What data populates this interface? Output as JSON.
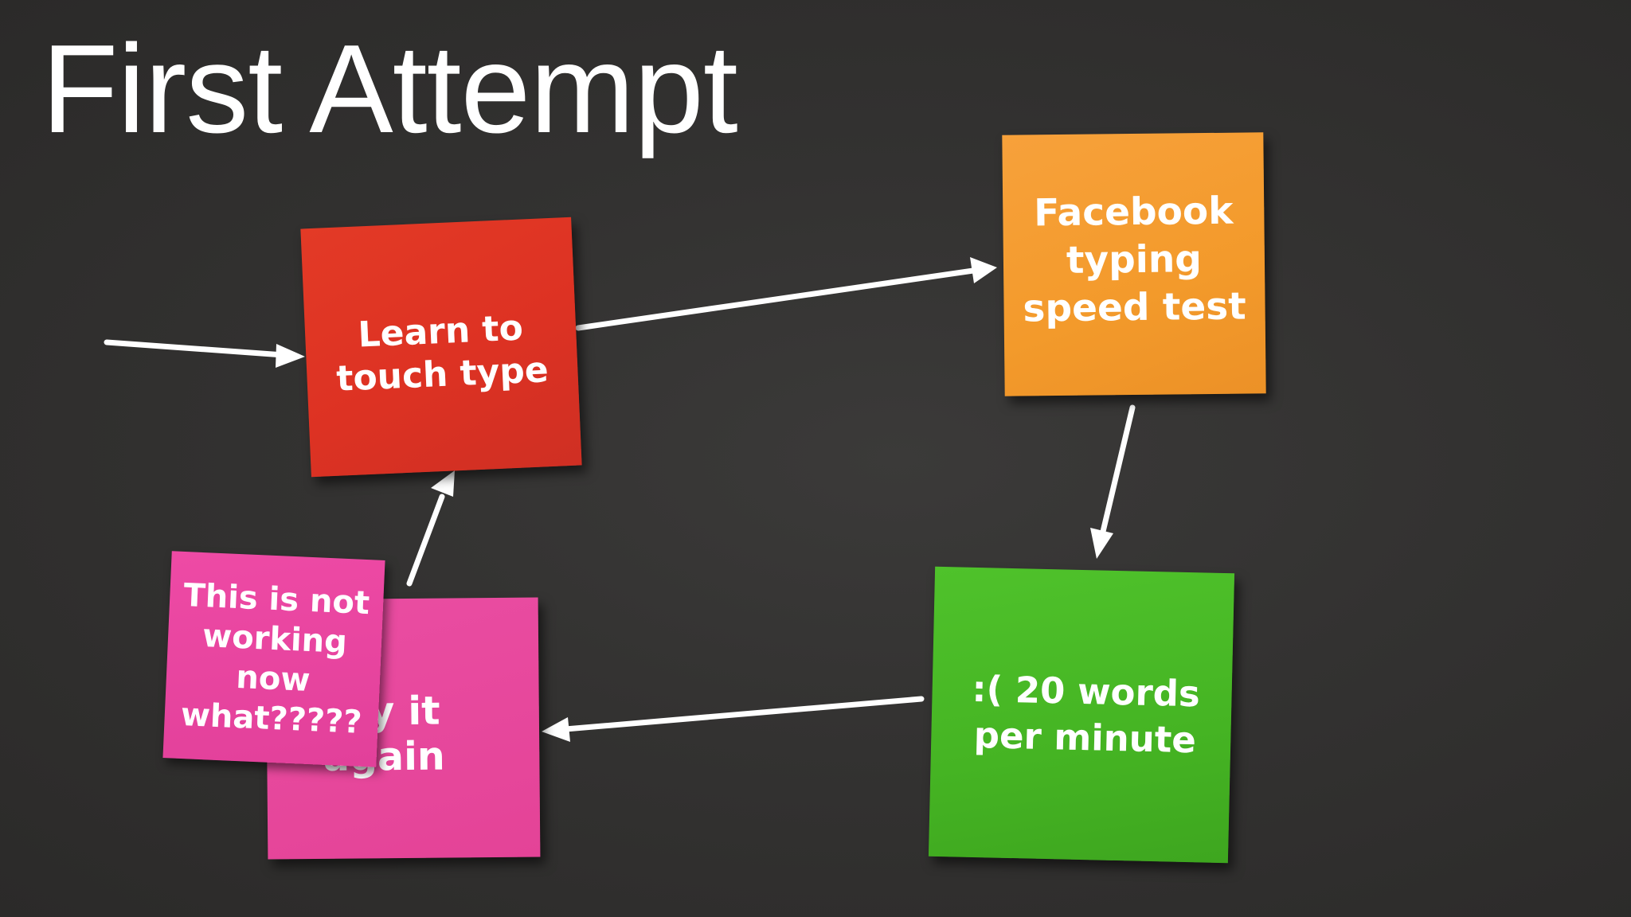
{
  "slide": {
    "title": "First Attempt"
  },
  "diagram": {
    "notes": {
      "learn": "Learn to\ntouch type",
      "test": "Facebook\ntyping\nspeed test",
      "result": ":( 20 words\nper minute",
      "again": "Try it again",
      "stuck": "This is not\nworking\nnow\nwhat?????"
    },
    "colors": {
      "background": "#333231",
      "red": "#dd3223",
      "orange": "#f39a2b",
      "green": "#45b423",
      "pink": "#e64699",
      "arrow": "#ffffff"
    }
  }
}
